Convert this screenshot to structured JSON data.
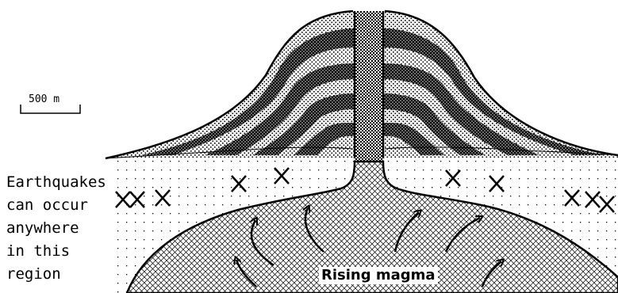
{
  "scale_bar": {
    "label": "500 m"
  },
  "earthquake_note": {
    "lines": [
      "Earthquakes",
      "can occur",
      "anywhere",
      "in this",
      "region"
    ]
  },
  "magma_label": "Rising magma"
}
